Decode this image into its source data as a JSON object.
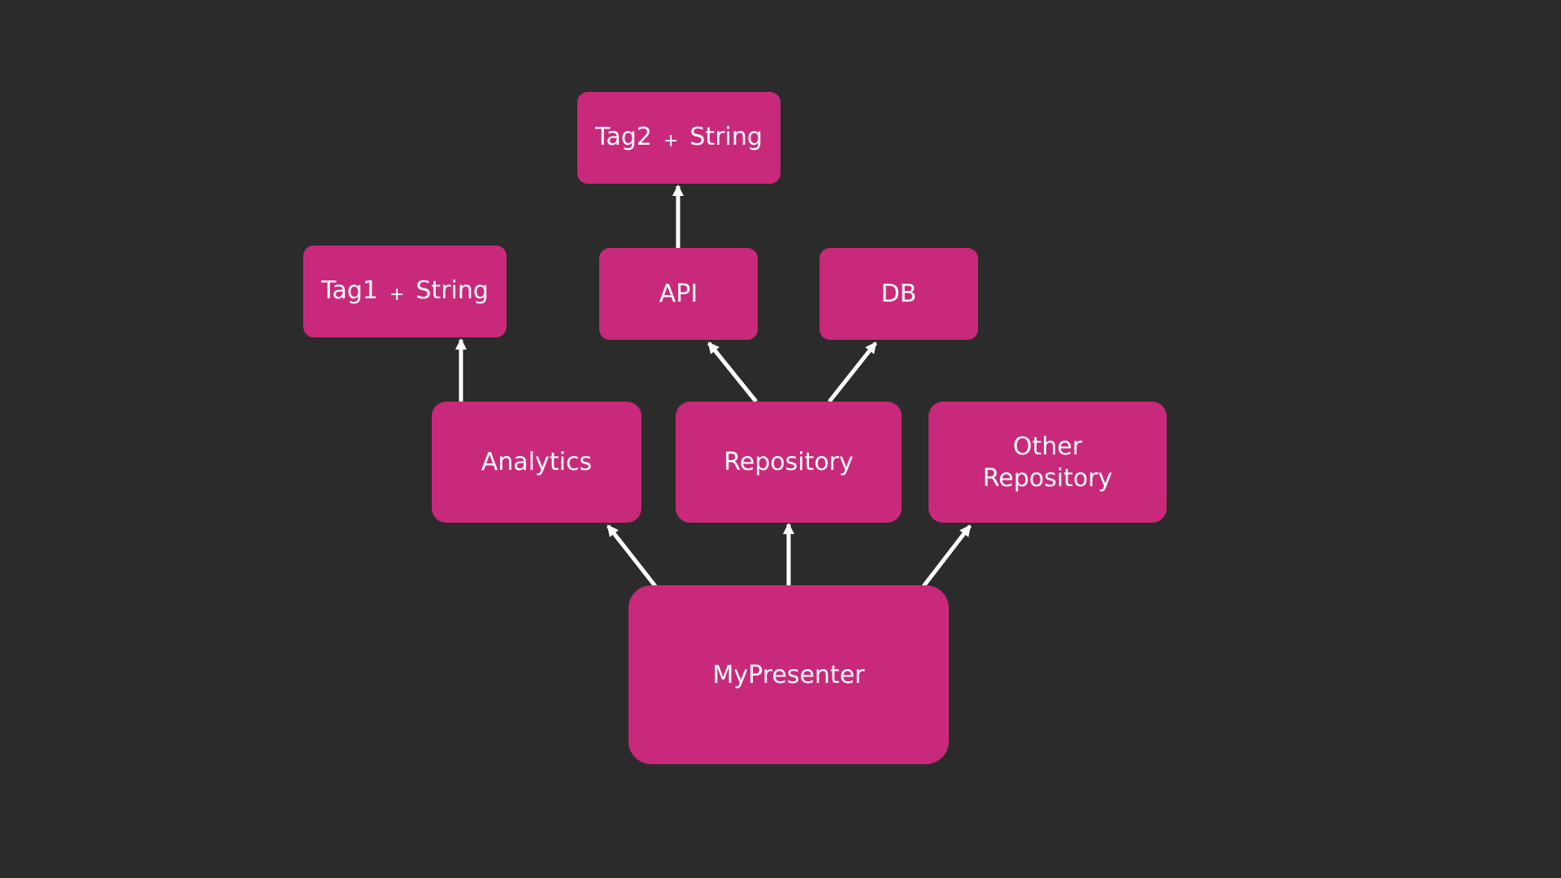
{
  "colors": {
    "background": "#2b2b2b",
    "node_fill": "#c9297a",
    "node_text": "#ffffff",
    "arrow": "#ffffff"
  },
  "nodes": {
    "tag2": {
      "name": "Tag2",
      "plus": "+",
      "type": "String"
    },
    "tag1": {
      "name": "Tag1",
      "plus": "+",
      "type": "String"
    },
    "api": {
      "label": "API"
    },
    "db": {
      "label": "DB"
    },
    "analytics": {
      "label": "Analytics"
    },
    "repository": {
      "label": "Repository"
    },
    "other_repository": {
      "line1": "Other",
      "line2": "Repository"
    },
    "presenter": {
      "label": "MyPresenter"
    }
  },
  "edges": [
    {
      "from": "presenter",
      "to": "analytics"
    },
    {
      "from": "presenter",
      "to": "repository"
    },
    {
      "from": "presenter",
      "to": "other_repository"
    },
    {
      "from": "analytics",
      "to": "tag1"
    },
    {
      "from": "repository",
      "to": "api"
    },
    {
      "from": "repository",
      "to": "db"
    },
    {
      "from": "api",
      "to": "tag2"
    }
  ]
}
